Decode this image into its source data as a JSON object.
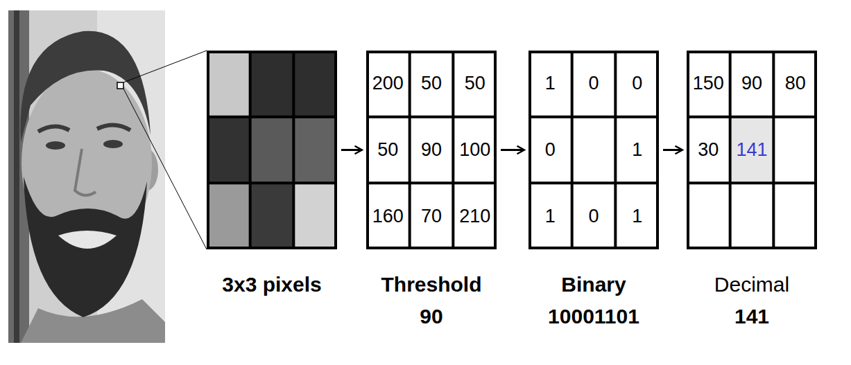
{
  "diagram": {
    "nodes": [
      {
        "text": [
          "3x3 pixels"
        ]
      },
      {
        "text": [
          "Threshold",
          "90"
        ]
      },
      {
        "text": [
          "200"
        ],
        "in": 1
      },
      {
        "text": [
          "50"
        ],
        "in": 1
      },
      {
        "text": [
          "50"
        ],
        "in": 1
      },
      {
        "text": [
          "50"
        ],
        "in": 1
      },
      {
        "text": [
          "90"
        ],
        "in": 1
      },
      {
        "text": [
          "100"
        ],
        "in": 1
      },
      {
        "text": [
          "160"
        ],
        "in": 1
      },
      {
        "text": [
          "70"
        ],
        "in": 1
      },
      {
        "text": [
          "210"
        ],
        "in": 1
      },
      {
        "text": [
          "Binary",
          "10001101"
        ]
      },
      {
        "text": [
          "1"
        ],
        "in": 11
      },
      {
        "text": [
          "0"
        ],
        "in": 11
      },
      {
        "text": [
          "0"
        ],
        "in": 11
      },
      {
        "text": [
          "0"
        ],
        "in": 11
      },
      {
        "text": [
          "1"
        ],
        "in": 11
      },
      {
        "text": [
          "1"
        ],
        "in": 11
      },
      {
        "text": [
          "0"
        ],
        "in": 11
      },
      {
        "text": [
          "1"
        ],
        "in": 11
      },
      {
        "text": [
          "Decimal",
          "141"
        ]
      },
      {
        "text": [
          "150"
        ],
        "in": 20
      },
      {
        "text": [
          "90"
        ],
        "in": 20
      },
      {
        "text": [
          "80"
        ],
        "in": 20
      },
      {
        "text": [
          "30"
        ],
        "in": 20
      },
      {
        "text": [
          "141"
        ],
        "in": 20
      }
    ],
    "edges": [
      {
        "from": 0,
        "to": 1,
        "arrow": "to"
      },
      {
        "from": 1,
        "to": 11,
        "arrow": "to"
      },
      {
        "from": 11,
        "to": 20,
        "arrow": "to"
      }
    ]
  }
}
